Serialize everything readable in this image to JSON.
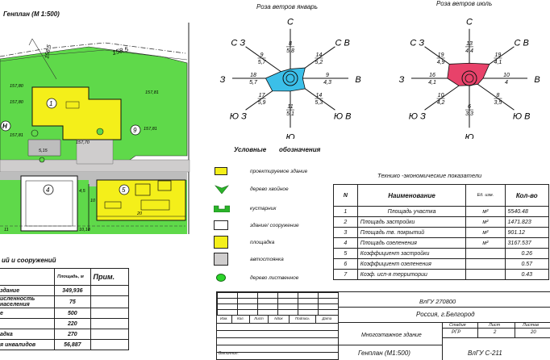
{
  "plan": {
    "title": "Генплан (М 1:500)",
    "dims": [
      "158,5",
      "158,5"
    ],
    "building_numbers": [
      "1",
      "4",
      "5",
      "9"
    ],
    "heights": {
      "h1": "157,80",
      "h2": "157,80",
      "h3": "157,81",
      "h4": "157,81",
      "h5": "157,81",
      "h6": "157,70"
    },
    "small_labels": [
      "5,15",
      "10",
      "11",
      "20",
      "10,18",
      "4,5"
    ],
    "marker_letter": "Н"
  },
  "wind_jan": {
    "title": "Роза ветров январь",
    "dirs": {
      "n": "С",
      "ne": "С В",
      "e": "В",
      "se": "Ю В",
      "s": "Ю",
      "sw": "Ю З",
      "w": "З",
      "nw": "С З"
    },
    "values": [
      {
        "top": "8",
        "bottom": "5,8"
      },
      {
        "top": "14",
        "bottom": "5,2"
      },
      {
        "top": "9",
        "bottom": "4,3"
      },
      {
        "top": "14",
        "bottom": "5,3"
      },
      {
        "top": "11",
        "bottom": "5,1"
      },
      {
        "top": "17",
        "bottom": "5,9"
      },
      {
        "top": "18",
        "bottom": "5,7"
      },
      {
        "top": "9",
        "bottom": "5,7"
      }
    ],
    "color": "#3bbfe9"
  },
  "wind_jul": {
    "title": "Роза ветров июль",
    "dirs": {
      "n": "С",
      "ne": "С В",
      "e": "В",
      "se": "Ю В",
      "s": "Ю",
      "sw": "Ю З",
      "w": "З",
      "nw": "С З"
    },
    "values": [
      {
        "top": "13",
        "bottom": "4,4"
      },
      {
        "top": "19",
        "bottom": "4,1"
      },
      {
        "top": "10",
        "bottom": "4"
      },
      {
        "top": "8",
        "bottom": "3,5"
      },
      {
        "top": "6",
        "bottom": "3,3"
      },
      {
        "top": "10",
        "bottom": "4,2"
      },
      {
        "top": "16",
        "bottom": "4,1"
      },
      {
        "top": "19",
        "bottom": "4,9"
      }
    ],
    "color": "#e8426a"
  },
  "legend": {
    "heading_left": "Условные",
    "heading_right": "обозначения",
    "items": [
      "проектируемое здание",
      "дерево хвойное",
      "кустарник",
      "здание/ сооружение",
      "площадка",
      "автостоянка",
      "дерево лиственное"
    ]
  },
  "tep": {
    "title": "Технико -экономические показатели",
    "headers": [
      "N",
      "Наименование",
      "Ед. изм.",
      "Кол-во"
    ],
    "rows": [
      [
        "1",
        "Площадь участка",
        "м²",
        "5540.48"
      ],
      [
        "2",
        "Площадь застройки",
        "м²",
        "1471.823"
      ],
      [
        "3",
        "Площадь тв. покрытий",
        "м²",
        "901.12"
      ],
      [
        "4",
        "Площадь озеленения",
        "м²",
        "3167.537"
      ],
      [
        "5",
        "Коэффициент застройки",
        "",
        "0.26"
      ],
      [
        "6",
        "Коэффициент озеленения",
        "",
        "0.57"
      ],
      [
        "7",
        "Коэф. исп-я территории",
        "",
        "0.43"
      ]
    ]
  },
  "buildings_table": {
    "title": "ий и сооружений",
    "headers": [
      "Площадь, м",
      "Прим."
    ],
    "rows": [
      [
        "здание",
        "349,936"
      ],
      [
        "исленность населения",
        "75"
      ],
      [
        "е",
        "500"
      ],
      [
        "",
        "220"
      ],
      [
        "адка",
        "270"
      ],
      [
        "я инвалидов",
        "56,887"
      ]
    ]
  },
  "stamp": {
    "code_top": "ВлГУ 270800",
    "location": "Россия, г.Белгород",
    "project": "Многоэтажное здание",
    "sheet_title": "Генплан (М1:500)",
    "code_bottom": "ВлГУ  С-211",
    "cols": [
      "Изм.",
      "Кол.",
      "Лист",
      "Nдок",
      "Подпись",
      "Дата"
    ],
    "stage_labels": [
      "Стадия",
      "Лист",
      "Листов"
    ],
    "stage_values": [
      "РГР",
      "2",
      "20"
    ],
    "performer": "Выполнил:"
  }
}
